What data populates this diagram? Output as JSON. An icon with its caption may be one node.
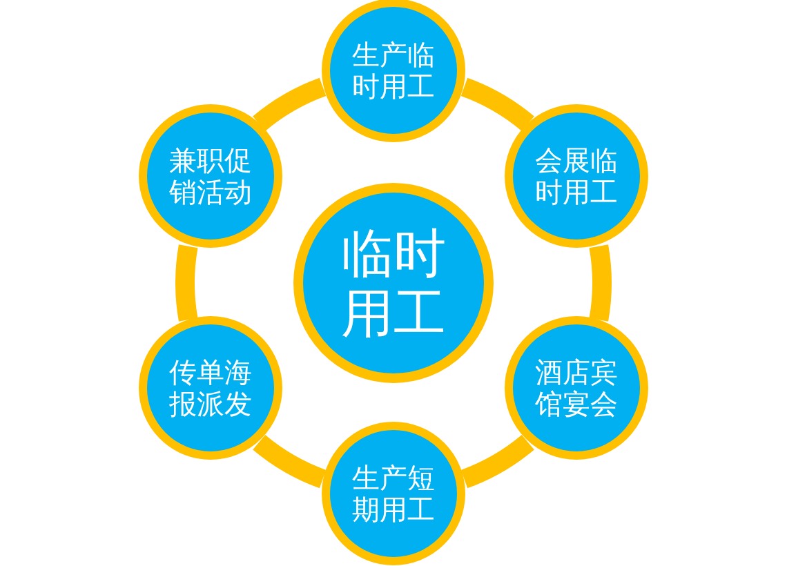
{
  "diagram": {
    "nodes": [
      {
        "text": [
          "临时用工"
        ]
      },
      {
        "text": [
          "生产临时用工"
        ]
      },
      {
        "text": [
          "会展临时用工"
        ]
      },
      {
        "text": [
          "酒店宾馆宴会"
        ]
      },
      {
        "text": [
          "生产短期用工"
        ]
      },
      {
        "text": [
          "传单海报派发"
        ]
      },
      {
        "text": [
          "兼职促销活动"
        ]
      }
    ],
    "edges": [
      {
        "from": 1,
        "to": 2,
        "arrow": "none"
      },
      {
        "from": 2,
        "to": 3,
        "arrow": "none"
      },
      {
        "from": 3,
        "to": 4,
        "arrow": "none"
      },
      {
        "from": 4,
        "to": 5,
        "arrow": "none"
      },
      {
        "from": 5,
        "to": 6,
        "arrow": "none"
      },
      {
        "from": 6,
        "to": 1,
        "arrow": "none"
      }
    ]
  }
}
